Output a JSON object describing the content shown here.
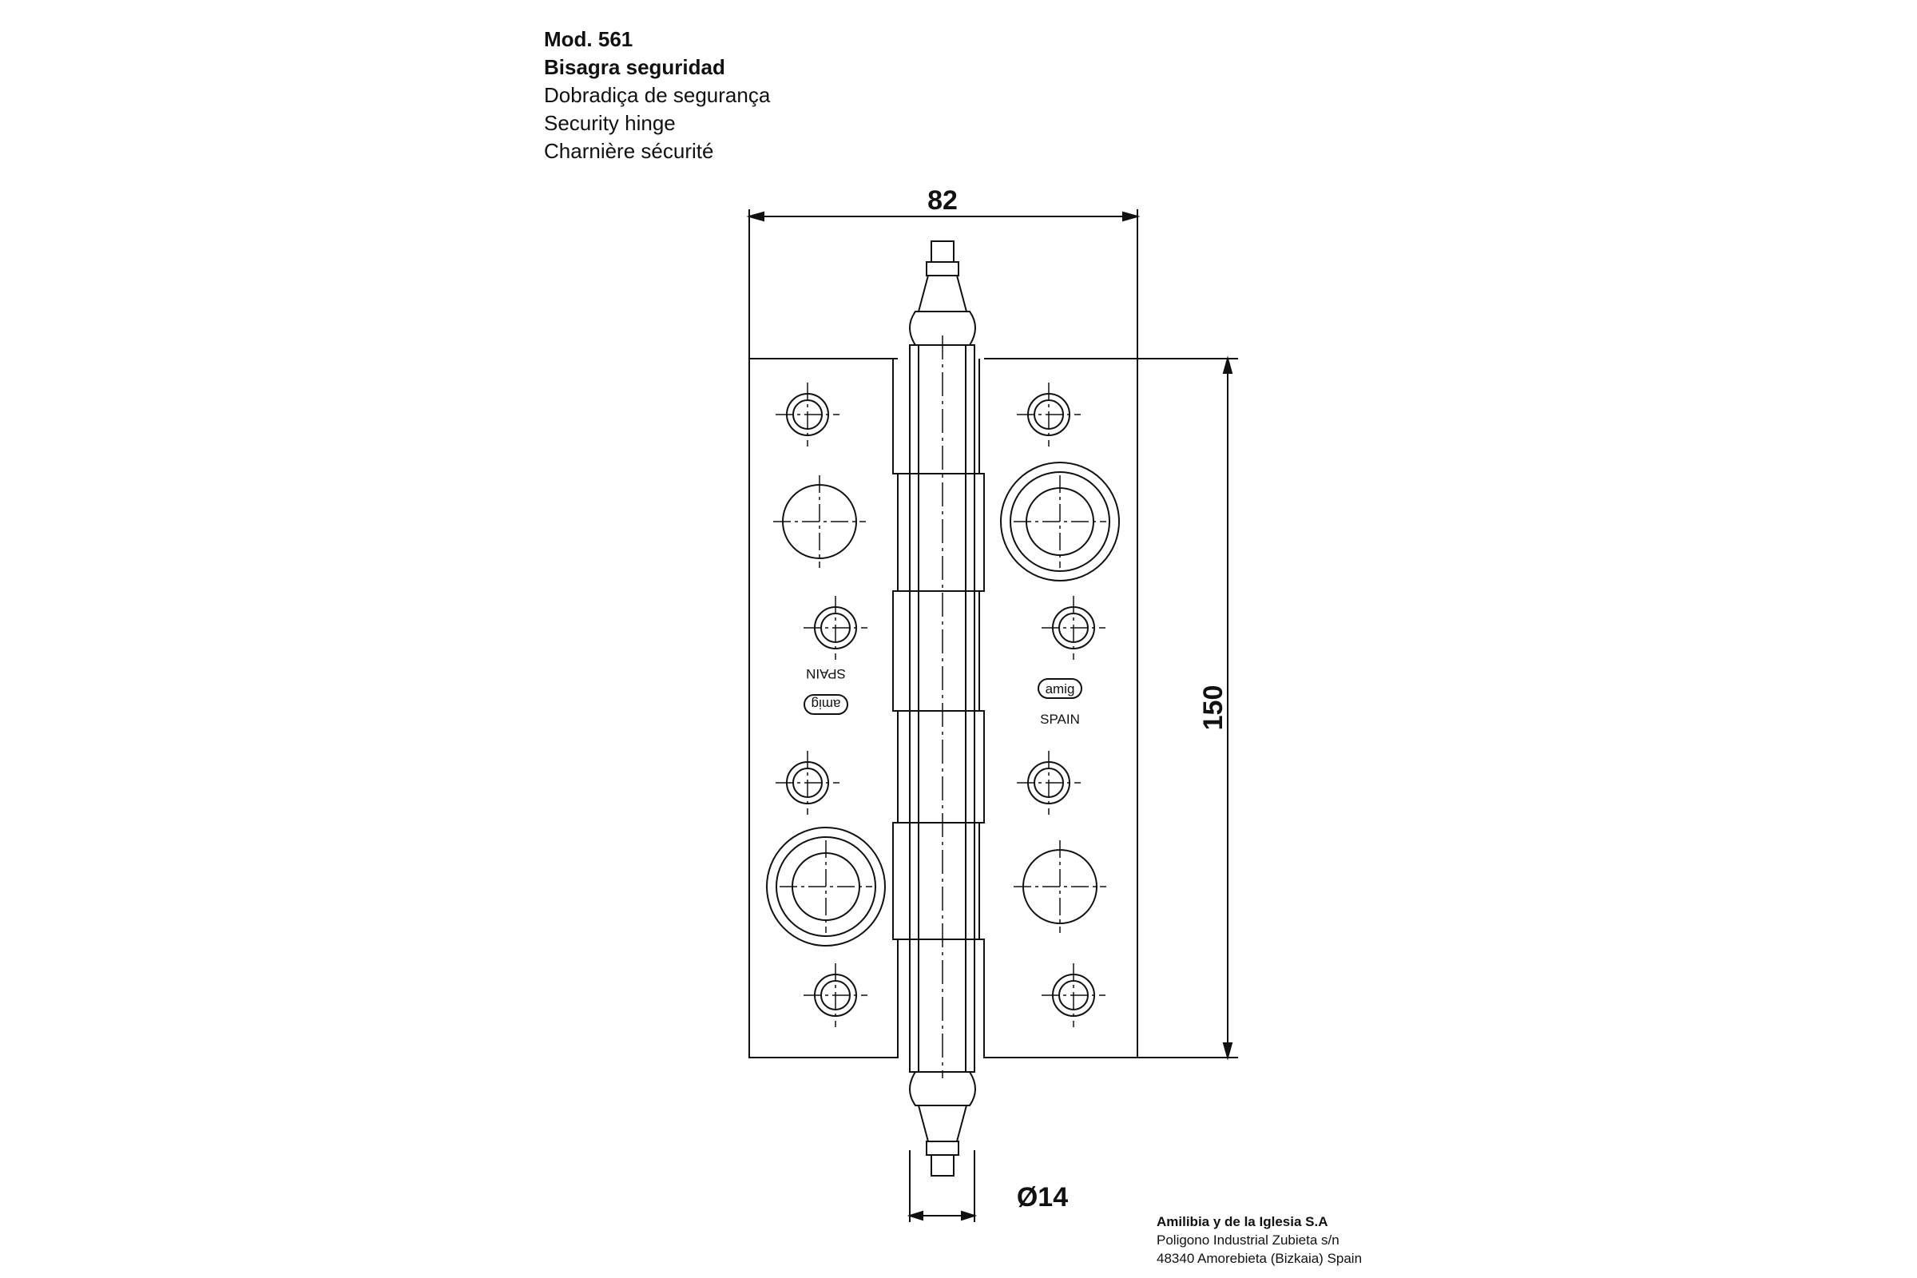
{
  "title": {
    "model": "Mod. 561",
    "name_es": "Bisagra seguridad",
    "name_pt": "Dobradiça de segurança",
    "name_en": "Security hinge",
    "name_fr": "Charnière sécurité"
  },
  "dimensions": {
    "width": "82",
    "height": "150",
    "pin_diameter": "Ø14"
  },
  "marking": {
    "logo": "amig",
    "country": "SPAIN"
  },
  "company": {
    "name": "Amilibia y de la Iglesia S.A",
    "address_line1": "Poligono Industrial Zubieta s/n",
    "address_line2": "48340 Amorebieta (Bizkaia) Spain"
  }
}
